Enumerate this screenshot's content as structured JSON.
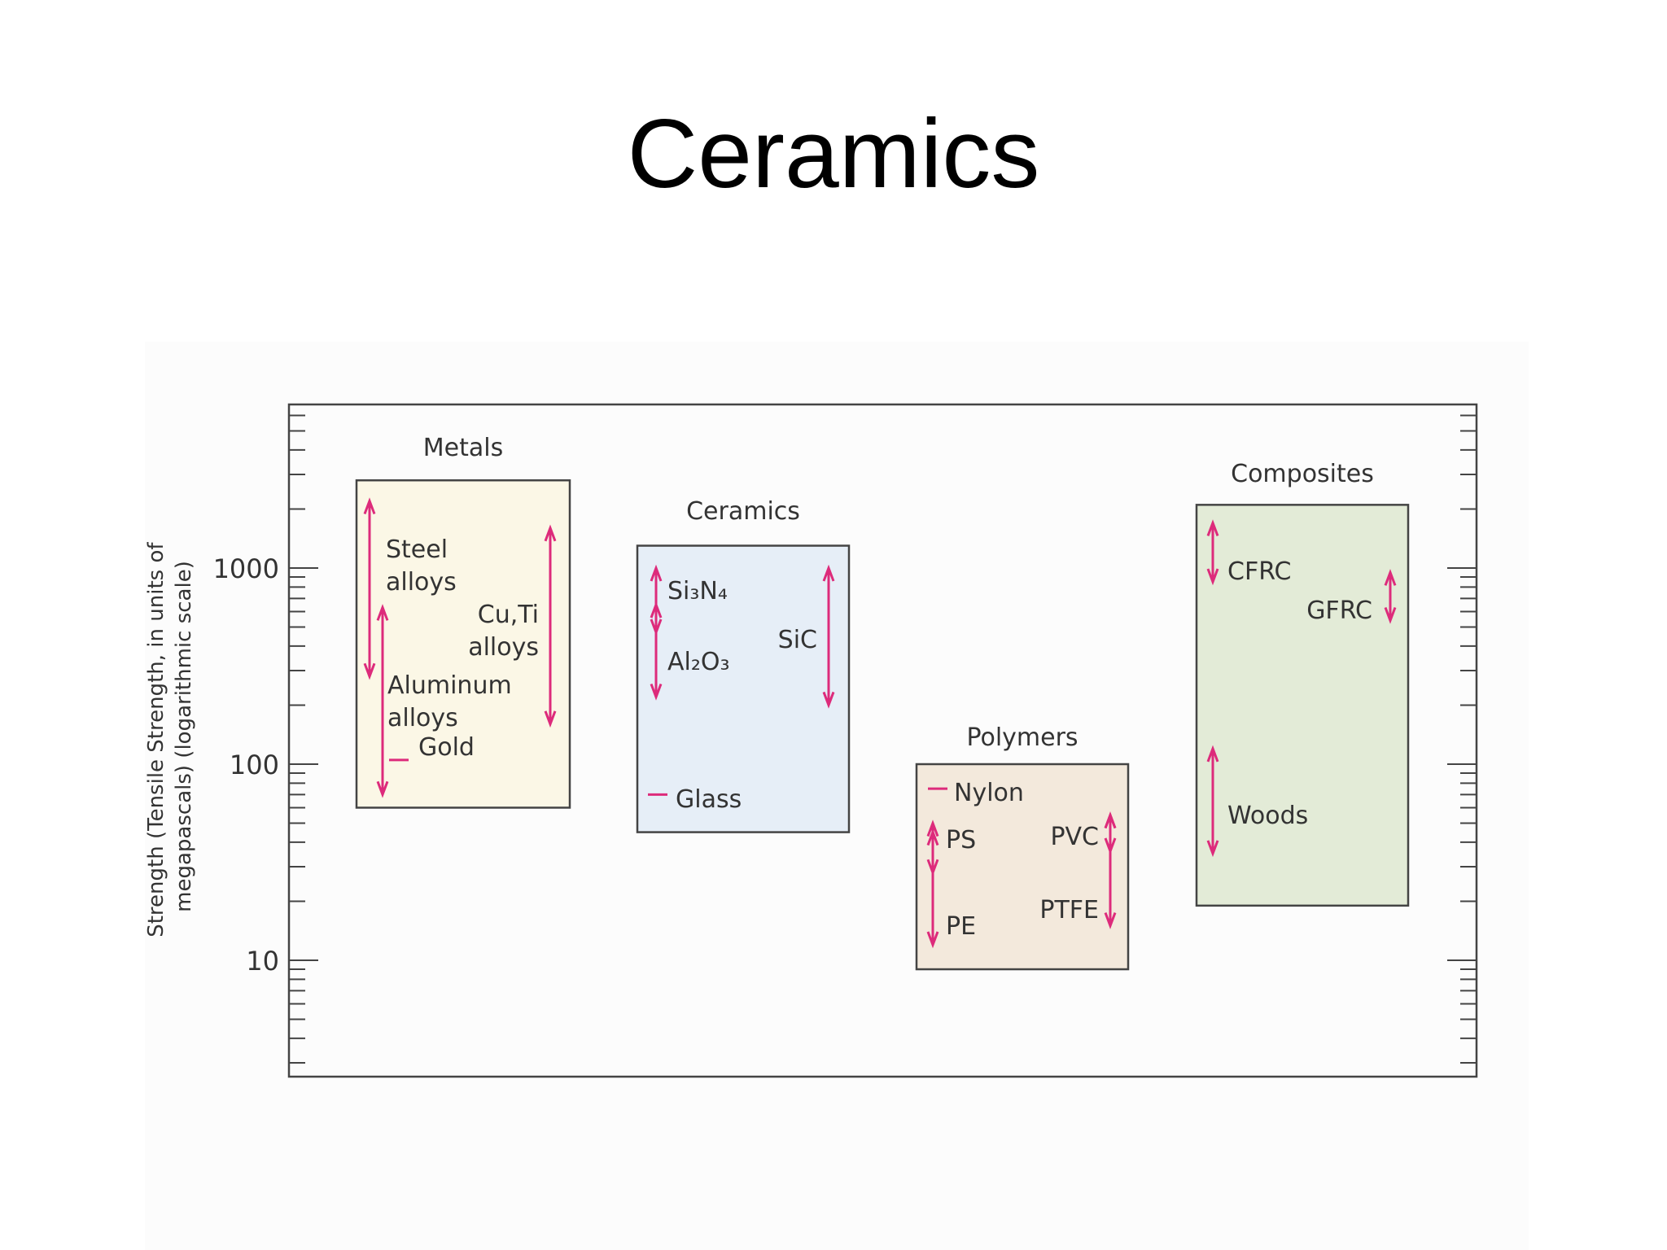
{
  "slide": {
    "title": "Ceramics"
  },
  "chart_data": {
    "type": "range",
    "ylabel_line1": "Strength (Tensile Strength, in units of",
    "ylabel_line2": "megapascals) (logarithmic scale)",
    "ylog": true,
    "ylim": [
      3,
      7000
    ],
    "yticks": [
      {
        "value": 10,
        "label": "10"
      },
      {
        "value": 100,
        "label": "100"
      },
      {
        "value": 1000,
        "label": "1000"
      }
    ],
    "colors": {
      "arrow": "#dd2b7b",
      "frame": "#444444"
    },
    "groups": [
      {
        "name": "Metals",
        "box_range": [
          60,
          2800
        ],
        "fill": "#fbf7e6",
        "items": [
          {
            "label": "Steel",
            "label2": "alloys",
            "range": [
              280,
              2200
            ]
          },
          {
            "label": "Cu,Ti",
            "label2": "alloys",
            "range": [
              160,
              1600
            ]
          },
          {
            "label": "Aluminum",
            "label2": "alloys",
            "range": [
              70,
              630
            ]
          },
          {
            "label": "Gold",
            "value": 105
          }
        ]
      },
      {
        "name": "Ceramics",
        "box_range": [
          45,
          1300
        ],
        "fill": "#e6eef7",
        "items": [
          {
            "label": "Si₃N₄",
            "range": [
              470,
              1000
            ]
          },
          {
            "label": "Al₂O₃",
            "range": [
              220,
              650
            ]
          },
          {
            "label": "SiC",
            "range": [
              200,
              1000
            ]
          },
          {
            "label": "Glass",
            "value": 70
          }
        ]
      },
      {
        "name": "Polymers",
        "box_range": [
          9,
          100
        ],
        "fill": "#f3e9dc",
        "items": [
          {
            "label": "Nylon",
            "value": 75
          },
          {
            "label": "PS",
            "range": [
              28,
              50
            ]
          },
          {
            "label": "PE",
            "range": [
              12,
              45
            ]
          },
          {
            "label": "PVC",
            "range": [
              36,
              55
            ]
          },
          {
            "label": "PTFE",
            "range": [
              15,
              55
            ]
          }
        ]
      },
      {
        "name": "Composites",
        "box_range": [
          19,
          2100
        ],
        "fill": "#e3ebd7",
        "items": [
          {
            "label": "CFRC",
            "range": [
              850,
              1700
            ]
          },
          {
            "label": "GFRC",
            "range": [
              540,
              950
            ]
          },
          {
            "label": "Woods",
            "range": [
              35,
              120
            ]
          }
        ]
      }
    ]
  }
}
